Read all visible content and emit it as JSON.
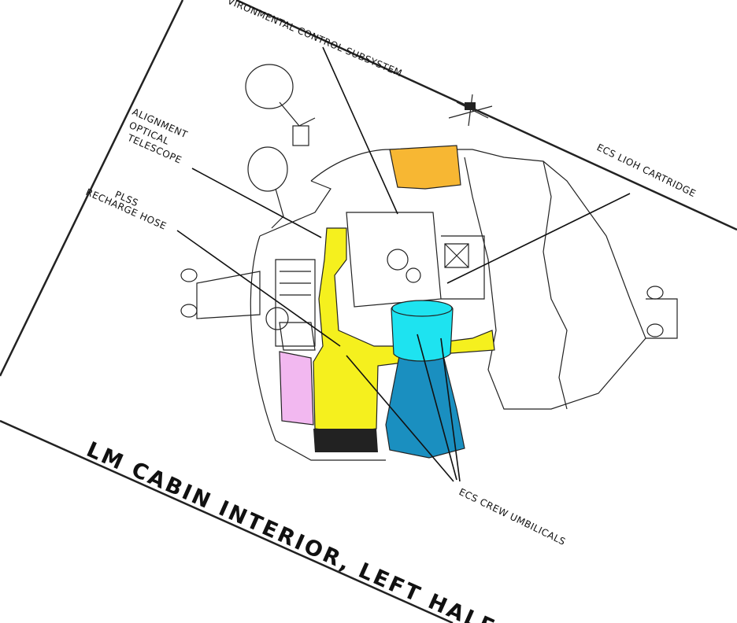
{
  "diagram": {
    "title": "LM CABIN INTERIOR, LEFT HALF",
    "labels": {
      "ecs": "VIRONMENTAL CONTROL SUBSYSTEM",
      "aot_1": "ALIGNMENT",
      "aot_2": "OPTICAL",
      "aot_3": "TELESCOPE",
      "plss_1": "PLSS",
      "plss_2": "RECHARGE HOSE",
      "lioh": "ECS LIOH CARTRIDGE",
      "umbilicals": "ECS CREW UMBILICALS"
    },
    "colors": {
      "orange": "#f7b733",
      "yellow": "#f5f01e",
      "cyan": "#1ee3f0",
      "blue": "#1a8fc0",
      "pink": "#f2b8f0"
    }
  }
}
